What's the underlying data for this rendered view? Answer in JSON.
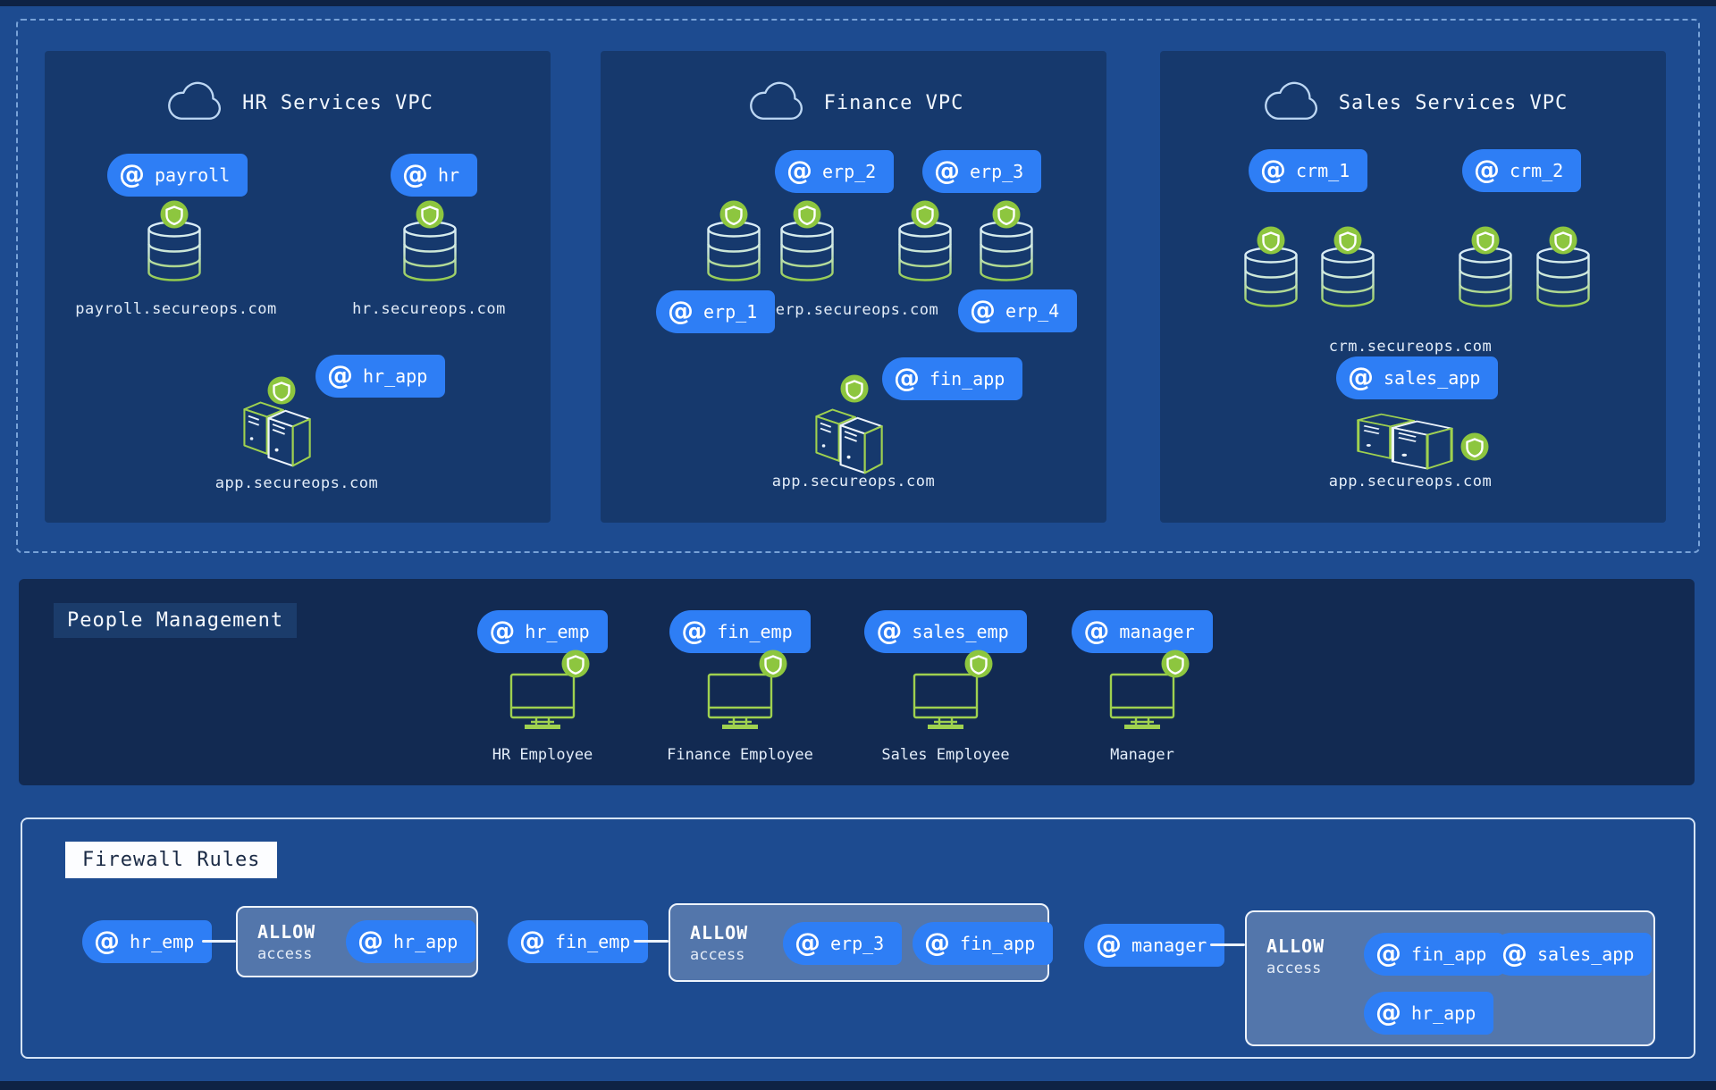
{
  "icons": {
    "at": "@"
  },
  "colors": {
    "page_bg": "#1d4b90",
    "panel_bg": "#16396d",
    "people_bg": "#122a52",
    "pill_blue": "#2e7ef5",
    "badge_green": "#8dc63f",
    "icon_green": "#9fd14f",
    "dashed_border": "#78a2d8"
  },
  "vpc": {
    "panels": [
      {
        "title": "HR Services VPC",
        "tags": {
          "payroll": "payroll",
          "hr": "hr",
          "app": "hr_app"
        },
        "domains": {
          "payroll": "payroll.secureops.com",
          "hr": "hr.secureops.com",
          "app": "app.secureops.com"
        }
      },
      {
        "title": "Finance VPC",
        "tags": {
          "erp_1": "erp_1",
          "erp_2": "erp_2",
          "erp_3": "erp_3",
          "erp_4": "erp_4",
          "app": "fin_app"
        },
        "domains": {
          "erp": "erp.secureops.com",
          "app": "app.secureops.com"
        }
      },
      {
        "title": "Sales Services VPC",
        "tags": {
          "crm_1": "crm_1",
          "crm_2": "crm_2",
          "app": "sales_app"
        },
        "domains": {
          "crm": "crm.secureops.com",
          "app": "app.secureops.com"
        }
      }
    ]
  },
  "people": {
    "title": "People Management",
    "persons": [
      {
        "tag": "hr_emp",
        "label": "HR Employee"
      },
      {
        "tag": "fin_emp",
        "label": "Finance Employee"
      },
      {
        "tag": "sales_emp",
        "label": "Sales Employee"
      },
      {
        "tag": "manager",
        "label": "Manager"
      }
    ]
  },
  "firewall": {
    "title": "Firewall Rules",
    "allow": "ALLOW",
    "access": "access",
    "rules": [
      {
        "source": "hr_emp",
        "targets": [
          "hr_app"
        ]
      },
      {
        "source": "fin_emp",
        "targets": [
          "erp_3",
          "fin_app"
        ]
      },
      {
        "source": "manager",
        "targets": [
          "fin_app",
          "sales_app",
          "hr_app"
        ]
      }
    ]
  }
}
